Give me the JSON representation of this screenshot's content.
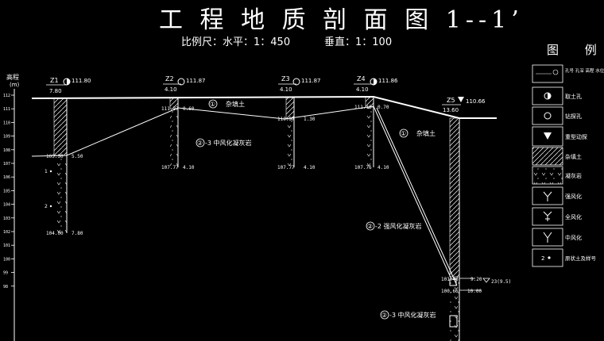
{
  "header": {
    "title": "工 程 地 质 剖 面 图 1--1’",
    "scale_horizontal": "比例尺：水平：1：450",
    "scale_vertical": "垂直：1：100"
  },
  "axis": {
    "label_top": "高程",
    "label_unit": "(m)",
    "ticks": [
      "112",
      "111",
      "110",
      "109",
      "108",
      "107",
      "106",
      "105",
      "104",
      "103",
      "102",
      "101",
      "100",
      "99",
      "98"
    ]
  },
  "boreholes": [
    {
      "id": "Z1",
      "elevation": "111.80",
      "depth": "7.80",
      "depth_labels": [
        {
          "left": "105.30",
          "right": "5.50"
        },
        {
          "left": "104.00",
          "right": "7.80"
        }
      ],
      "samples": [
        "1",
        "2"
      ]
    },
    {
      "id": "Z2",
      "elevation": "111.87",
      "depth": "4.10",
      "depth_labels": [
        {
          "left": "111.27",
          "right": "0.60"
        },
        {
          "left": "107.77",
          "right": "4.10"
        }
      ]
    },
    {
      "id": "Z3",
      "elevation": "111.87",
      "depth": "4.10",
      "depth_labels": [
        {
          "left": "110.57",
          "right": "1.30"
        },
        {
          "left": "107.77",
          "right": "4.10"
        }
      ]
    },
    {
      "id": "Z4",
      "elevation": "111.86",
      "depth": "4.10",
      "depth_labels": [
        {
          "left": "111.16",
          "right": "0.70"
        },
        {
          "left": "107.76",
          "right": "4.10"
        }
      ]
    },
    {
      "id": "Z5",
      "elevation": "110.66",
      "depth": "13.60",
      "depth_labels": [
        {
          "left": "101.46",
          "right": "9.20"
        },
        {
          "left": "100.66",
          "right": "10.00"
        }
      ]
    }
  ],
  "layers": [
    {
      "num": "①",
      "label": "杂填土"
    },
    {
      "num": "①",
      "label": "杂填土"
    },
    {
      "num": "②",
      "label": "-3 中风化凝灰岩"
    },
    {
      "num": "②",
      "label": "-2 强风化凝灰岩"
    },
    {
      "num": "②",
      "label": "-3 中风化凝灰岩"
    }
  ],
  "water_level": "23(9.5)",
  "legend": {
    "title": "图 例",
    "items": [
      {
        "icon": "borehole-header-icon",
        "label": "孔号 孔深 高程 水位"
      },
      {
        "icon": "soil-sampling-hole-icon",
        "label": "取土孔"
      },
      {
        "icon": "drill-hole-icon",
        "label": "钻探孔"
      },
      {
        "icon": "dynamic-penetration-icon",
        "label": "重型动探"
      },
      {
        "icon": "fill-soil-hatch-icon",
        "label": "杂填土"
      },
      {
        "icon": "tuff-pattern-icon",
        "label": "凝灰岩"
      },
      {
        "icon": "strong-weathered-icon",
        "label": "强风化"
      },
      {
        "icon": "fully-weathered-icon",
        "label": "全风化"
      },
      {
        "icon": "moderate-weathered-icon",
        "label": "中风化"
      },
      {
        "icon": "sample-number-icon",
        "label": "原状土及样号"
      }
    ]
  }
}
